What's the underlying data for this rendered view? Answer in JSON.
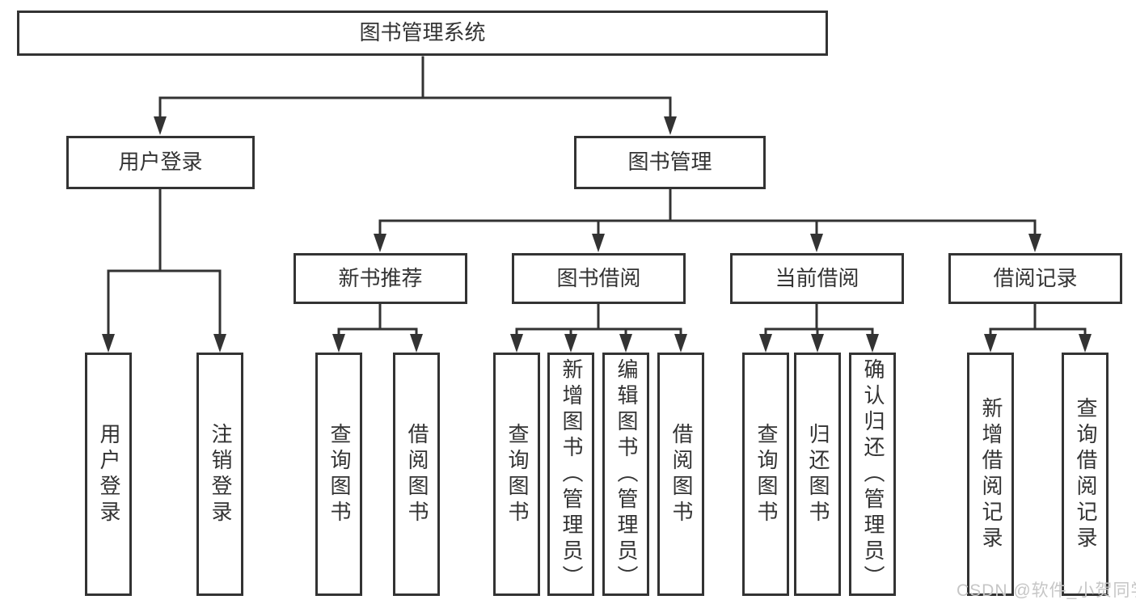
{
  "tree": {
    "label": "图书管理系统",
    "children": [
      {
        "label": "用户登录",
        "children": [
          {
            "label": "用户登录"
          },
          {
            "label": "注销登录"
          }
        ]
      },
      {
        "label": "图书管理",
        "children": [
          {
            "label": "新书推荐",
            "children": [
              {
                "label": "查询图书"
              },
              {
                "label": "借阅图书"
              }
            ]
          },
          {
            "label": "图书借阅",
            "children": [
              {
                "label": "查询图书"
              },
              {
                "label": "新增图书（管理员）"
              },
              {
                "label": "编辑图书（管理员）"
              },
              {
                "label": "借阅图书"
              }
            ]
          },
          {
            "label": "当前借阅",
            "children": [
              {
                "label": "查询图书"
              },
              {
                "label": "归还图书"
              },
              {
                "label": "确认归还（管理员）"
              }
            ]
          },
          {
            "label": "借阅记录",
            "children": [
              {
                "label": "新增借阅记录"
              },
              {
                "label": "查询借阅记录"
              }
            ]
          }
        ]
      }
    ]
  },
  "watermark": {
    "text": "CSDN @软件_小贺同学"
  },
  "colors": {
    "line": "#333333",
    "text": "#333333",
    "box_fill": "#ffffff",
    "watermark": "#c6c6c6",
    "background": "#ffffff"
  }
}
